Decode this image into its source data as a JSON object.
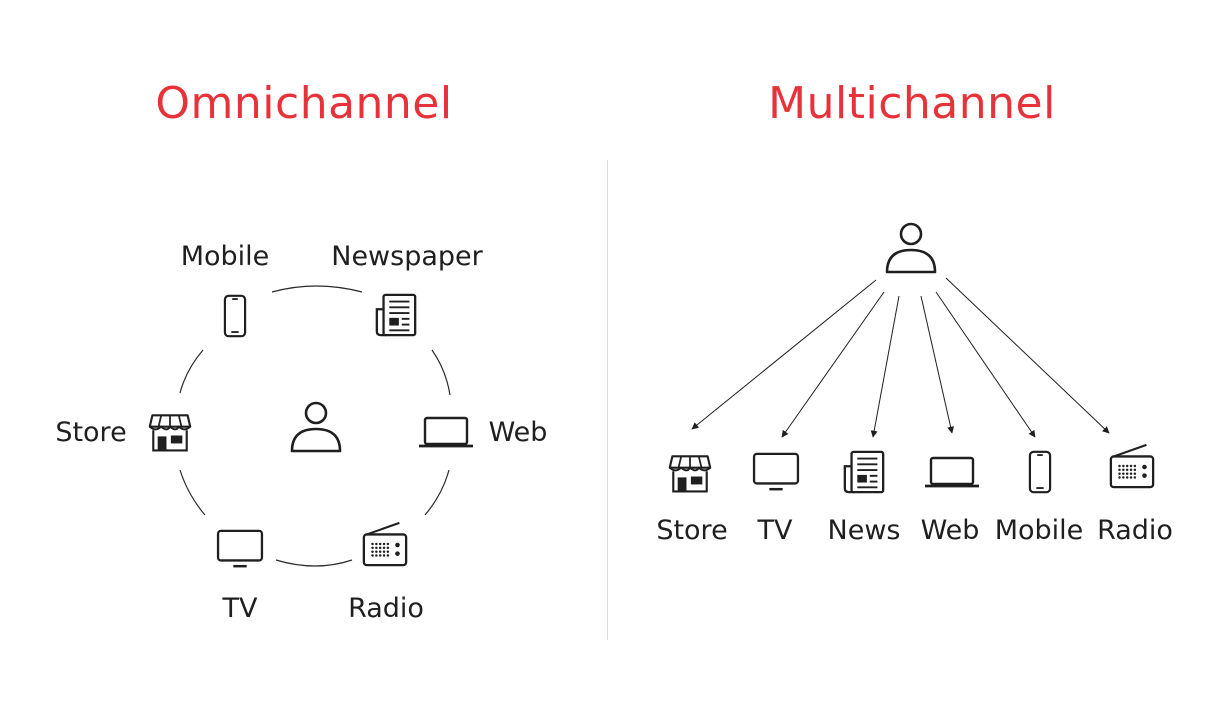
{
  "omnichannel": {
    "title": "Omnichannel",
    "channels": {
      "mobile": "Mobile",
      "newspaper": "Newspaper",
      "web": "Web",
      "radio": "Radio",
      "tv": "TV",
      "store": "Store"
    }
  },
  "multichannel": {
    "title": "Multichannel",
    "channels": {
      "store": "Store",
      "tv": "TV",
      "news": "News",
      "web": "Web",
      "mobile": "Mobile",
      "radio": "Radio"
    }
  },
  "colors": {
    "title": "#e8323a",
    "ink": "#1f1f1f",
    "divider": "#d9d9d9"
  },
  "icons": [
    "person-icon",
    "mobile-icon",
    "newspaper-icon",
    "laptop-icon",
    "radio-icon",
    "tv-icon",
    "store-icon"
  ]
}
